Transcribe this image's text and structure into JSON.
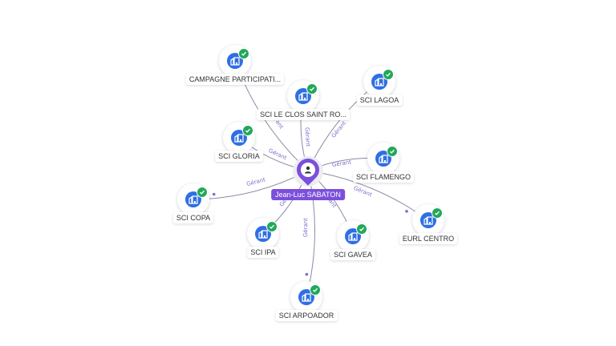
{
  "center": {
    "name": "Jean-Luc SABATON",
    "icon": "person-icon"
  },
  "edge_label": "Gérant",
  "colors": {
    "company_node": "#2f6fe4",
    "check_badge": "#22a85a",
    "center_pin": "#7b4fdb",
    "edge_label": "#7b6fc9"
  },
  "companies": [
    {
      "key": "campagne",
      "name": "CAMPAGNE PARTICIPATI...",
      "icon": "building-icon",
      "status_icon": "check-icon"
    },
    {
      "key": "clos",
      "name": "SCI LE CLOS SAINT RO...",
      "icon": "building-icon",
      "status_icon": "check-icon"
    },
    {
      "key": "lagoa",
      "name": "SCI LAGOA",
      "icon": "building-icon",
      "status_icon": "check-icon"
    },
    {
      "key": "gloria",
      "name": "SCI GLORIA",
      "icon": "building-icon",
      "status_icon": "check-icon"
    },
    {
      "key": "flamengo",
      "name": "SCI FLAMENGO",
      "icon": "building-icon",
      "status_icon": "check-icon"
    },
    {
      "key": "copa",
      "name": "SCI COPA",
      "icon": "building-icon",
      "status_icon": "check-icon"
    },
    {
      "key": "centro",
      "name": "EURL CENTRO",
      "icon": "building-icon",
      "status_icon": "check-icon"
    },
    {
      "key": "ipa",
      "name": "SCI IPA",
      "icon": "building-icon",
      "status_icon": "check-icon"
    },
    {
      "key": "gavea",
      "name": "SCI GAVEA",
      "icon": "building-icon",
      "status_icon": "check-icon"
    },
    {
      "key": "arpoador",
      "name": "SCI ARPOADOR",
      "icon": "building-icon",
      "status_icon": "check-icon"
    }
  ]
}
